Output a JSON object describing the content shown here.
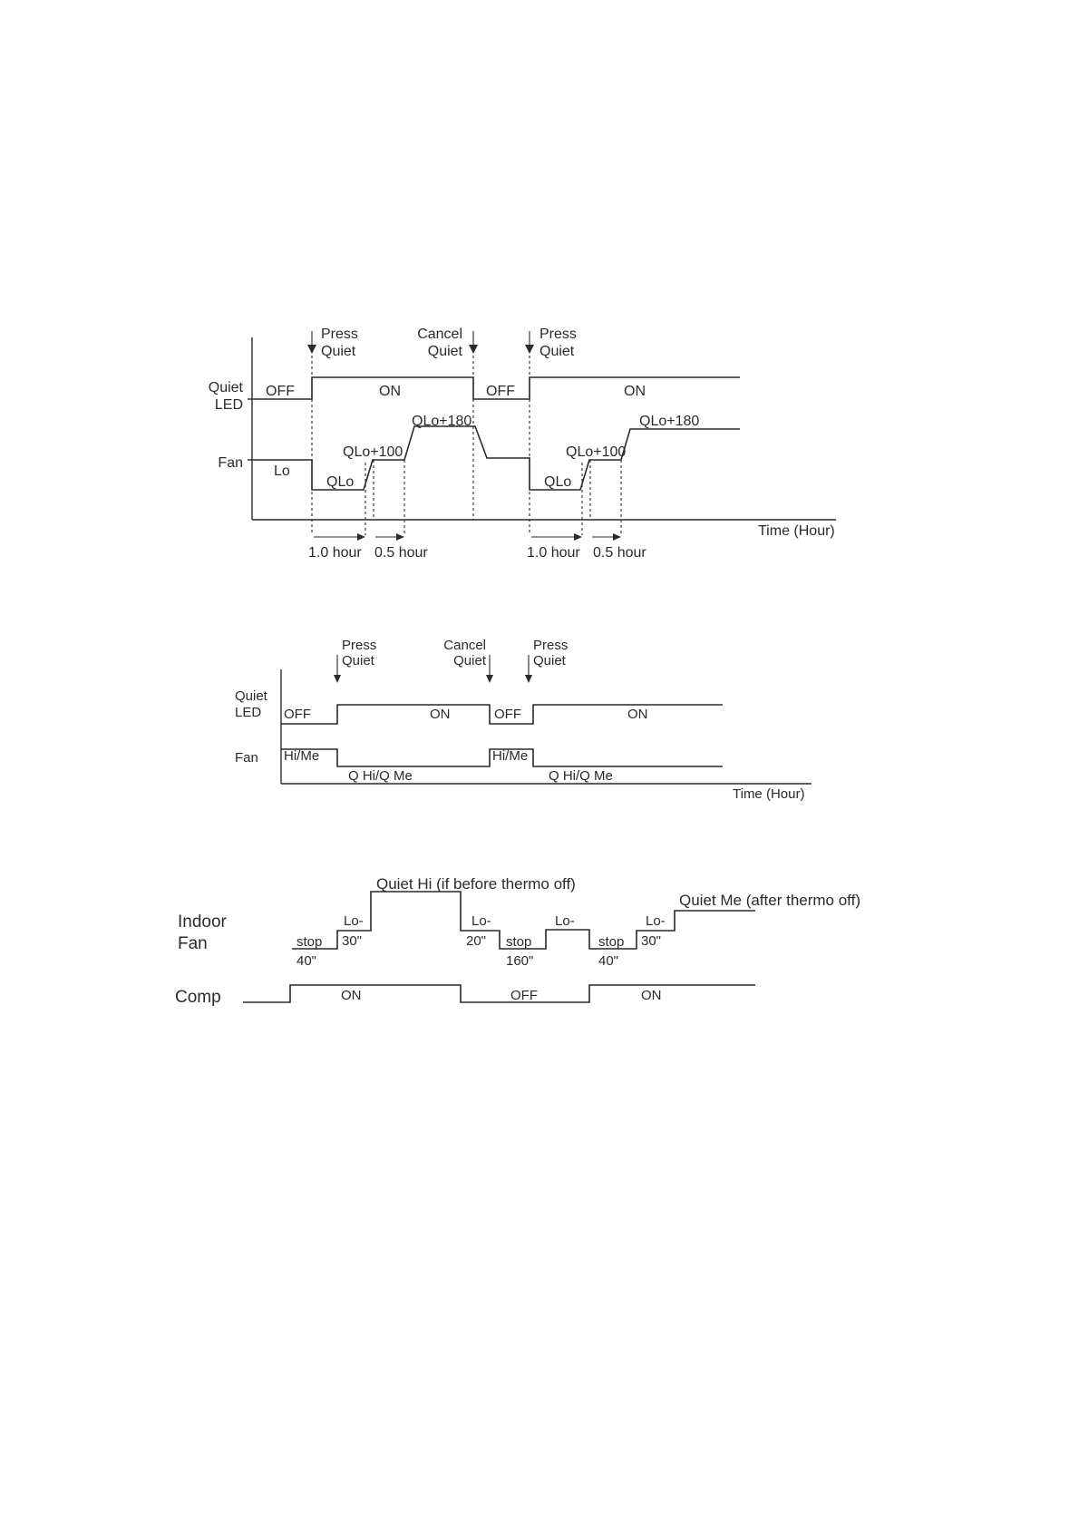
{
  "diagram1": {
    "press_quiet_1": [
      "Press",
      "Quiet"
    ],
    "cancel_quiet": [
      "Cancel",
      "Quiet"
    ],
    "press_quiet_2": [
      "Press",
      "Quiet"
    ],
    "row_quiet_led": [
      "Quiet",
      "LED"
    ],
    "row_fan": "Fan",
    "led_states": [
      "OFF",
      "ON",
      "OFF",
      "ON"
    ],
    "fan_labels": {
      "lo": "Lo",
      "qlo_1": "QLo",
      "qlo100_1": "QLo+100",
      "qlo180_1": "QLo+180",
      "qlo_2": "QLo",
      "qlo100_2": "QLo+100",
      "qlo180_2": "QLo+180"
    },
    "time_axis": "Time (Hour)",
    "durations": [
      "1.0 hour",
      "0.5 hour",
      "1.0 hour",
      "0.5 hour"
    ]
  },
  "diagram2": {
    "press_quiet_1": [
      "Press",
      "Quiet"
    ],
    "cancel_quiet": [
      "Cancel",
      "Quiet"
    ],
    "press_quiet_2": [
      "Press",
      "Quiet"
    ],
    "row_quiet_led": [
      "Quiet",
      "LED"
    ],
    "row_fan": "Fan",
    "led_states": [
      "OFF",
      "ON",
      "OFF",
      "ON"
    ],
    "fan_labels": [
      "Hi/Me",
      "Q Hi/Q Me",
      "Hi/Me",
      "Q Hi/Q Me"
    ],
    "time_axis": "Time (Hour)"
  },
  "diagram3": {
    "row_indoor_fan": [
      "Indoor",
      "Fan"
    ],
    "row_comp": "Comp",
    "quiet_hi": "Quiet Hi (if before thermo off)",
    "quiet_me": "Quiet Me (after thermo off)",
    "stop_1": [
      "stop",
      "40\""
    ],
    "lo_1": [
      "Lo-",
      "30\""
    ],
    "lo_2": [
      "Lo-",
      "20\""
    ],
    "stop_2": [
      "stop",
      "160\""
    ],
    "lo_3": "Lo-",
    "stop_3": [
      "stop",
      "40\""
    ],
    "lo_4": [
      "Lo-",
      "30\""
    ],
    "comp_states": [
      "ON",
      "OFF",
      "ON"
    ]
  }
}
